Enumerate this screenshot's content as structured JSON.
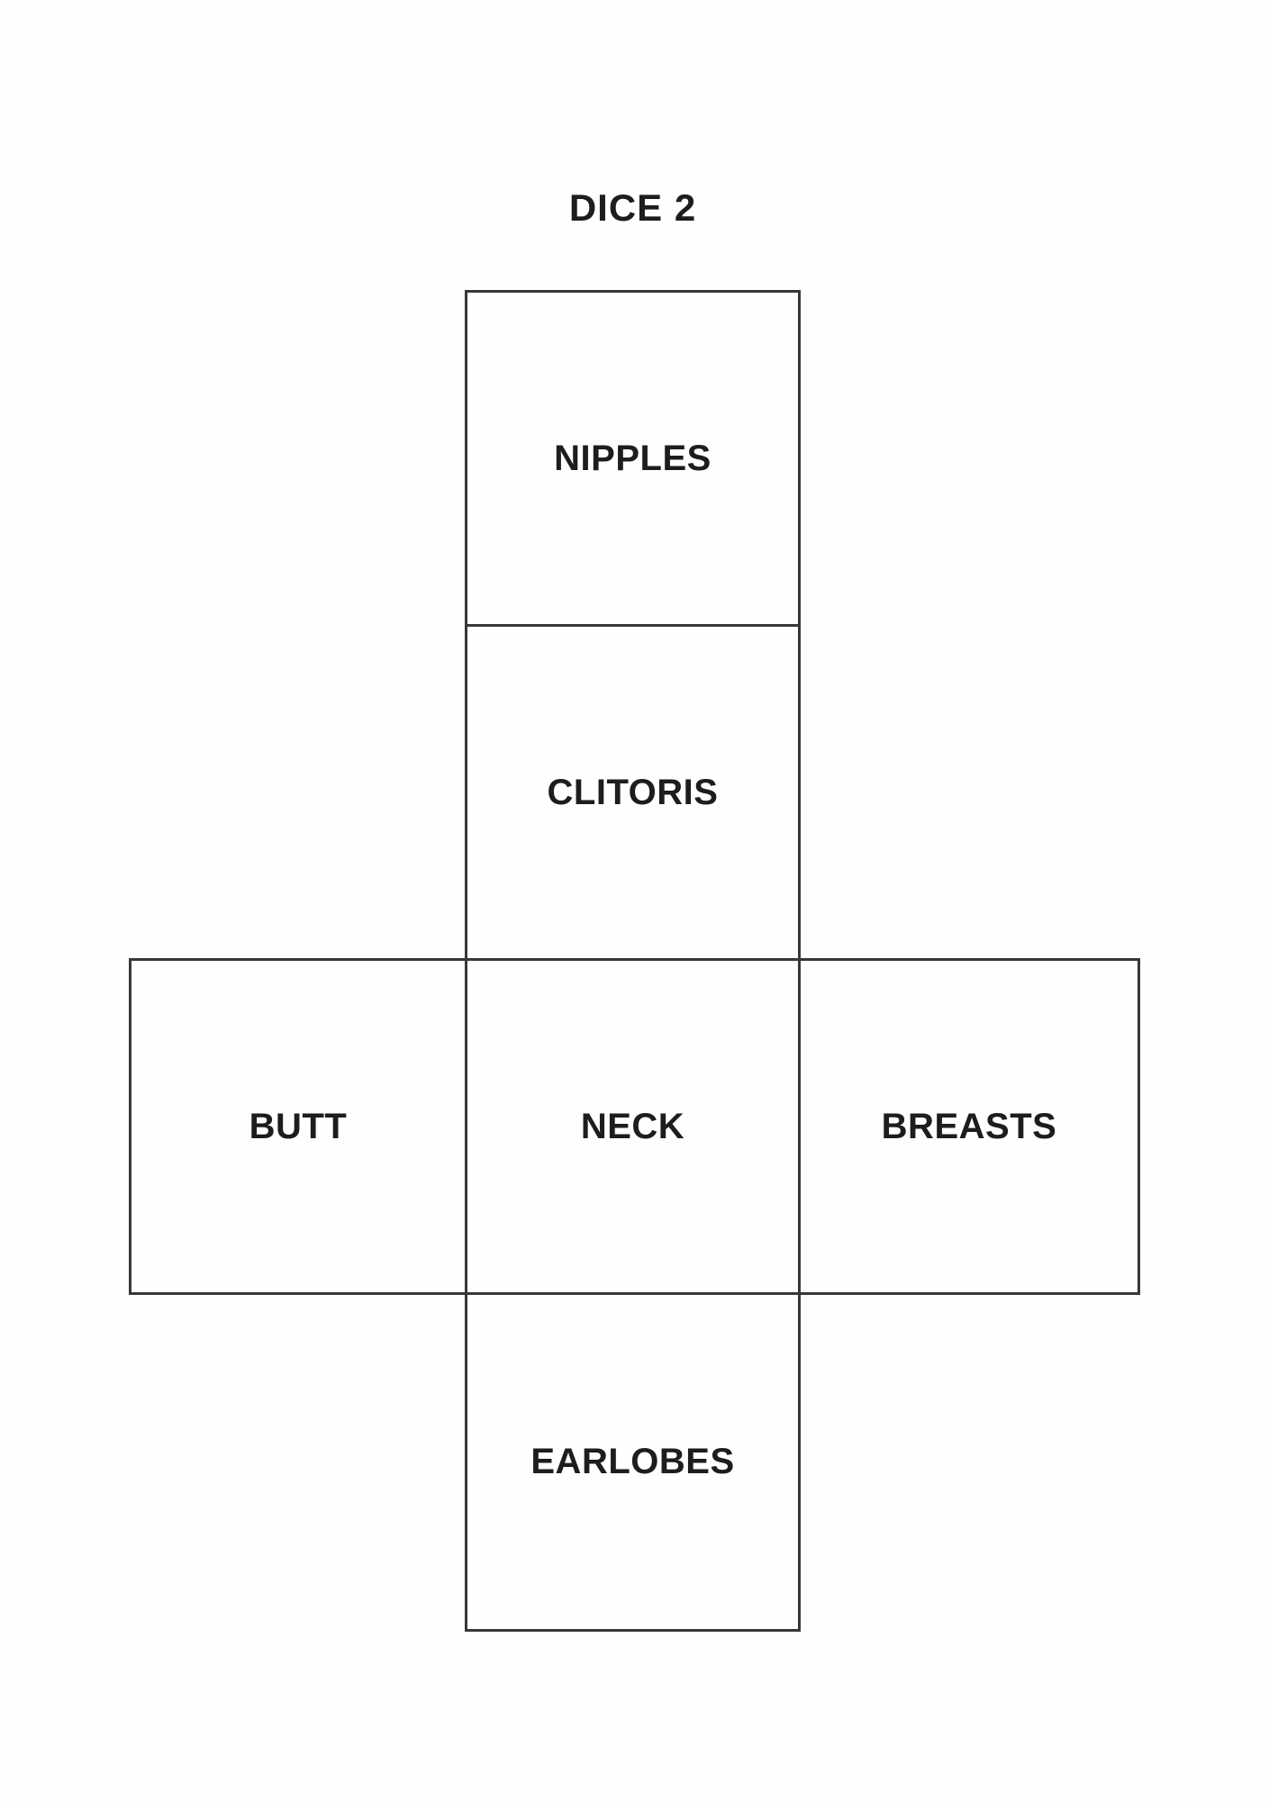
{
  "title": "DICE 2",
  "net": {
    "description": "unfolded cube (dice) template with six labeled faces",
    "faces": [
      {
        "id": "nipples",
        "label": "NIPPLES",
        "position": "column-top"
      },
      {
        "id": "clitoris",
        "label": "CLITORIS",
        "position": "column-second"
      },
      {
        "id": "butt",
        "label": "BUTT",
        "position": "row-left"
      },
      {
        "id": "neck",
        "label": "NECK",
        "position": "row-center"
      },
      {
        "id": "breasts",
        "label": "BREASTS",
        "position": "row-right"
      },
      {
        "id": "earlobes",
        "label": "EARLOBES",
        "position": "column-bottom"
      }
    ]
  },
  "colors": {
    "line": "#373737",
    "text": "#1d1d1d",
    "background": "#fefefe"
  }
}
